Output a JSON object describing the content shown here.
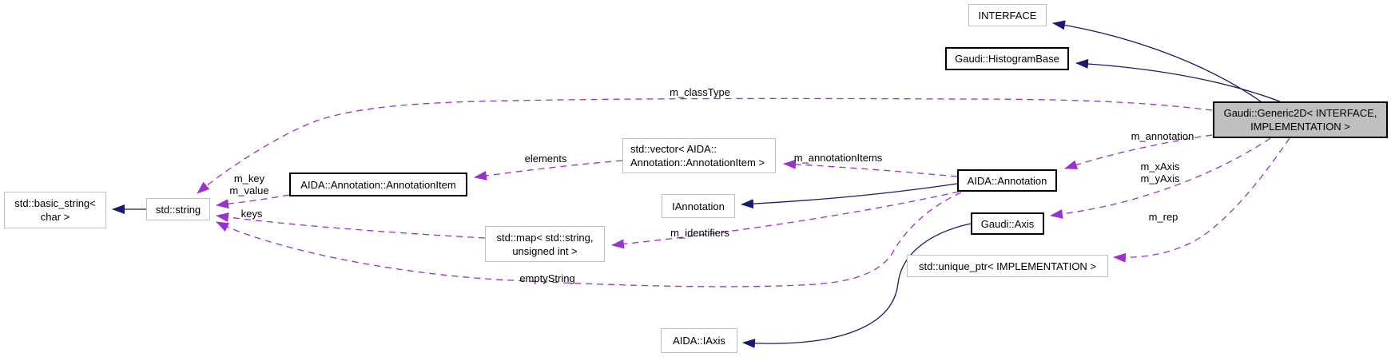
{
  "diagram": {
    "type": "doxygen-collaboration-graph",
    "colors": {
      "inheritance_edge": "#191970",
      "usage_edge": "#9a32cd",
      "selected_node_fill": "#bfbfbf",
      "linked_node_border": "#000000",
      "external_node_border": "#c0c0c0"
    },
    "nodes": {
      "interface": {
        "label": "INTERFACE"
      },
      "histogram_base": {
        "label": "Gaudi::HistogramBase"
      },
      "generic2d": {
        "label": "Gaudi::Generic2D< INTERFACE,\nIMPLEMENTATION >"
      },
      "vector_annotation_item": {
        "label": "std::vector< AIDA::\nAnnotation::AnnotationItem >"
      },
      "annotation_item": {
        "label": "AIDA::Annotation::AnnotationItem"
      },
      "annotation": {
        "label": "AIDA::Annotation"
      },
      "iannotation": {
        "label": "IAnnotation"
      },
      "std_string": {
        "label": "std::string"
      },
      "basic_string": {
        "label": "std::basic_string<\nchar >"
      },
      "std_map": {
        "label": "std::map< std::string,\nunsigned int >"
      },
      "axis": {
        "label": "Gaudi::Axis"
      },
      "unique_ptr": {
        "label": "std::unique_ptr< IMPLEMENTATION >"
      },
      "iaxis": {
        "label": "AIDA::IAxis"
      }
    },
    "edge_labels": {
      "m_classType": "m_classType",
      "elements": "elements",
      "m_annotationItems": "m_annotationItems",
      "m_annotation": "m_annotation",
      "m_key_m_value": "m_key\nm_value",
      "keys": "keys",
      "m_identifiers": "m_identifiers",
      "emptyString": "emptyString",
      "m_xAxis_m_yAxis": "m_xAxis\nm_yAxis",
      "m_rep": "m_rep"
    }
  }
}
